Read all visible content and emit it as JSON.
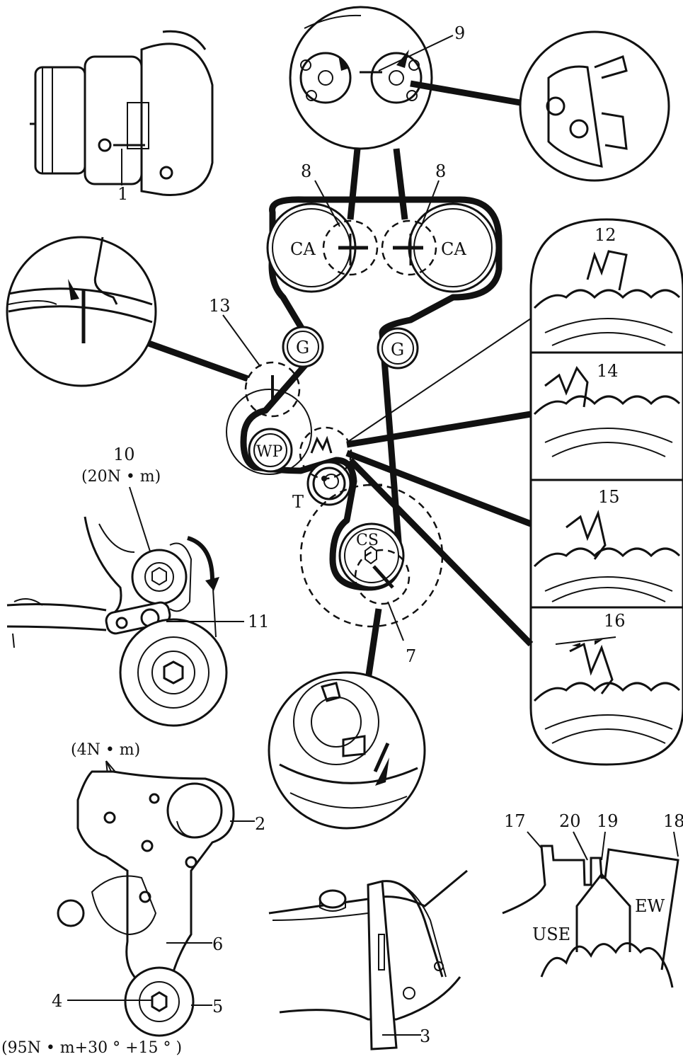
{
  "labels": {
    "n1": "1",
    "n2": "2",
    "n3": "3",
    "n4": "4",
    "n5": "5",
    "n6": "6",
    "n7": "7",
    "n8a": "8",
    "n8b": "8",
    "n9": "9",
    "n10": "10",
    "n11": "11",
    "n12": "12",
    "n13": "13",
    "n14": "14",
    "n15": "15",
    "n16": "16",
    "n17": "17",
    "n18": "18",
    "n19": "19",
    "n20": "20"
  },
  "pulleys": {
    "ca_left": "CA",
    "ca_right": "CA",
    "g_left": "G",
    "g_right": "G",
    "wp": "WP",
    "t": "T",
    "cs": "CS"
  },
  "torques": {
    "t10": "(20N • m)",
    "t2": "(4N • m)",
    "t4": "(95N • m+30 ° +15 ° )"
  },
  "marks": {
    "use": "USE",
    "ew": "EW"
  }
}
